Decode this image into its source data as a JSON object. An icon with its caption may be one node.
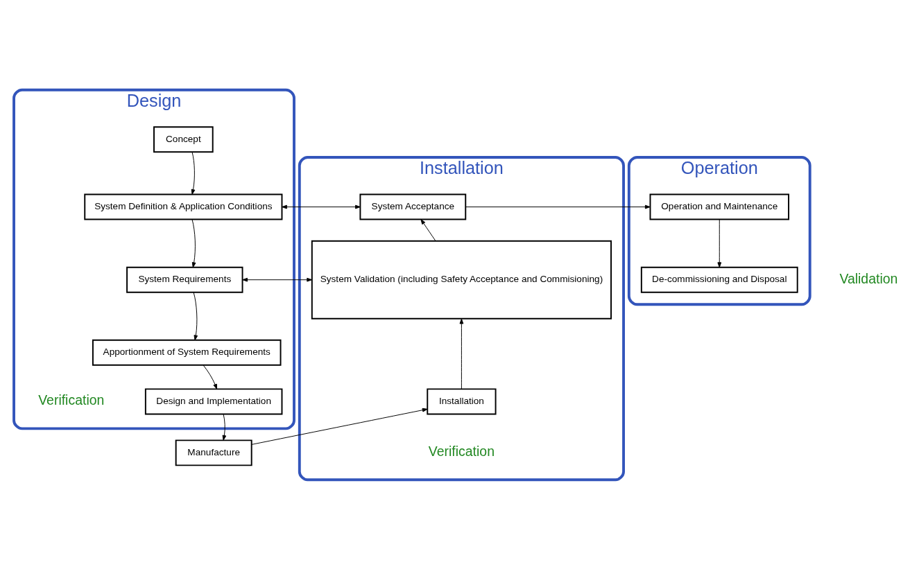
{
  "diagram": {
    "nodes": [
      {
        "text": [
          "Design"
        ]
      },
      {
        "text": [
          "Installation"
        ]
      },
      {
        "text": [
          "Operation"
        ]
      },
      {
        "text": [
          "Concept"
        ],
        "in": 0
      },
      {
        "text": [
          "System Definition & Application Conditions"
        ],
        "in": 0
      },
      {
        "text": [
          "System Requirements"
        ],
        "in": 0
      },
      {
        "text": [
          "Apportionment of System Requirements"
        ],
        "in": 0
      },
      {
        "text": [
          "Design and Implementation"
        ],
        "in": 0
      },
      {
        "text": [
          "Manufacture"
        ]
      },
      {
        "text": [
          "System Acceptance"
        ],
        "in": 1
      },
      {
        "text": [
          "System Validation (including Safety Acceptance and Commisioning)"
        ],
        "in": 1
      },
      {
        "text": [
          "Installation"
        ],
        "in": 1
      },
      {
        "text": [
          "Operation and Maintenance"
        ],
        "in": 2
      },
      {
        "text": [
          "De-commissioning and Disposal"
        ],
        "in": 2
      }
    ],
    "edges": [
      {
        "from": 3,
        "to": 4,
        "arrow": "to"
      },
      {
        "from": 4,
        "to": 5,
        "arrow": "to"
      },
      {
        "from": 5,
        "to": 6,
        "arrow": "to"
      },
      {
        "from": 6,
        "to": 7,
        "arrow": "to"
      },
      {
        "from": 7,
        "to": 8,
        "arrow": "to"
      },
      {
        "from": 8,
        "to": 11,
        "arrow": "to"
      },
      {
        "from": 11,
        "to": 10,
        "arrow": "to"
      },
      {
        "from": 10,
        "to": 9,
        "arrow": "to"
      },
      {
        "from": 9,
        "to": 12,
        "arrow": "to"
      },
      {
        "from": 12,
        "to": 13,
        "arrow": "to"
      },
      {
        "from": 4,
        "to": 9,
        "arrow": "both"
      },
      {
        "from": 5,
        "to": 10,
        "arrow": "both"
      }
    ],
    "labels": [
      "Validation",
      "Verification",
      "Verification"
    ]
  }
}
